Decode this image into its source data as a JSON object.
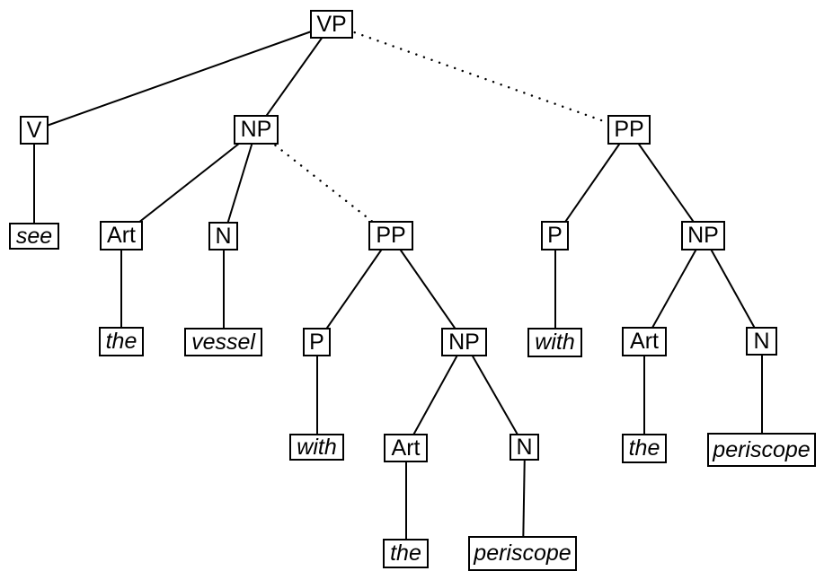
{
  "diagram": {
    "type": "syntax-parse-tree",
    "background_color": "#ffffff",
    "line_color": "#000000",
    "box_border_color": "#000000",
    "box_fill_color": "#ffffff",
    "text_color": "#000000",
    "sentence_fragment": "see the vessel with the periscope",
    "nodes": {
      "vp": {
        "label": "VP"
      },
      "v": {
        "label": "V"
      },
      "np_obj": {
        "label": "NP"
      },
      "pp_vp": {
        "label": "PP"
      },
      "see": {
        "label": "see"
      },
      "art_obj": {
        "label": "Art"
      },
      "n_obj": {
        "label": "N"
      },
      "pp_np": {
        "label": "PP"
      },
      "p_vp": {
        "label": "P"
      },
      "np_pp_vp": {
        "label": "NP"
      },
      "the_obj": {
        "label": "the"
      },
      "vessel": {
        "label": "vessel"
      },
      "p_np": {
        "label": "P"
      },
      "np_pp_np": {
        "label": "NP"
      },
      "with_vp": {
        "label": "with"
      },
      "art_pp_vp": {
        "label": "Art"
      },
      "n_pp_vp": {
        "label": "N"
      },
      "with_np": {
        "label": "with"
      },
      "art_pp_np": {
        "label": "Art"
      },
      "n_pp_np": {
        "label": "N"
      },
      "the_pp_vp": {
        "label": "the"
      },
      "periscope_pp_vp": {
        "label": "periscope"
      },
      "the_pp_np": {
        "label": "the"
      },
      "periscope_pp_np": {
        "label": "periscope"
      }
    },
    "edges": [
      {
        "from": "VP",
        "to": "V",
        "style": "solid"
      },
      {
        "from": "VP",
        "to": "NP",
        "style": "solid"
      },
      {
        "from": "VP",
        "to": "PP",
        "style": "dotted"
      },
      {
        "from": "V",
        "to": "see",
        "style": "solid"
      },
      {
        "from": "NP",
        "to": "Art",
        "style": "solid"
      },
      {
        "from": "NP",
        "to": "N",
        "style": "solid"
      },
      {
        "from": "NP",
        "to": "PP",
        "style": "dotted"
      },
      {
        "from": "Art",
        "to": "the",
        "style": "solid"
      },
      {
        "from": "N",
        "to": "vessel",
        "style": "solid"
      },
      {
        "from": "PP(mid)",
        "to": "P",
        "style": "solid"
      },
      {
        "from": "PP(mid)",
        "to": "NP",
        "style": "solid"
      },
      {
        "from": "P(mid)",
        "to": "with",
        "style": "solid"
      },
      {
        "from": "NP(mid)",
        "to": "Art",
        "style": "solid"
      },
      {
        "from": "NP(mid)",
        "to": "N",
        "style": "solid"
      },
      {
        "from": "Art(mid)",
        "to": "the",
        "style": "solid"
      },
      {
        "from": "N(mid)",
        "to": "periscope",
        "style": "solid"
      },
      {
        "from": "PP(right)",
        "to": "P",
        "style": "solid"
      },
      {
        "from": "PP(right)",
        "to": "NP",
        "style": "solid"
      },
      {
        "from": "P(right)",
        "to": "with",
        "style": "solid"
      },
      {
        "from": "NP(right)",
        "to": "Art",
        "style": "solid"
      },
      {
        "from": "NP(right)",
        "to": "N",
        "style": "solid"
      },
      {
        "from": "Art(right)",
        "to": "the",
        "style": "solid"
      },
      {
        "from": "N(right)",
        "to": "periscope",
        "style": "solid"
      }
    ]
  }
}
